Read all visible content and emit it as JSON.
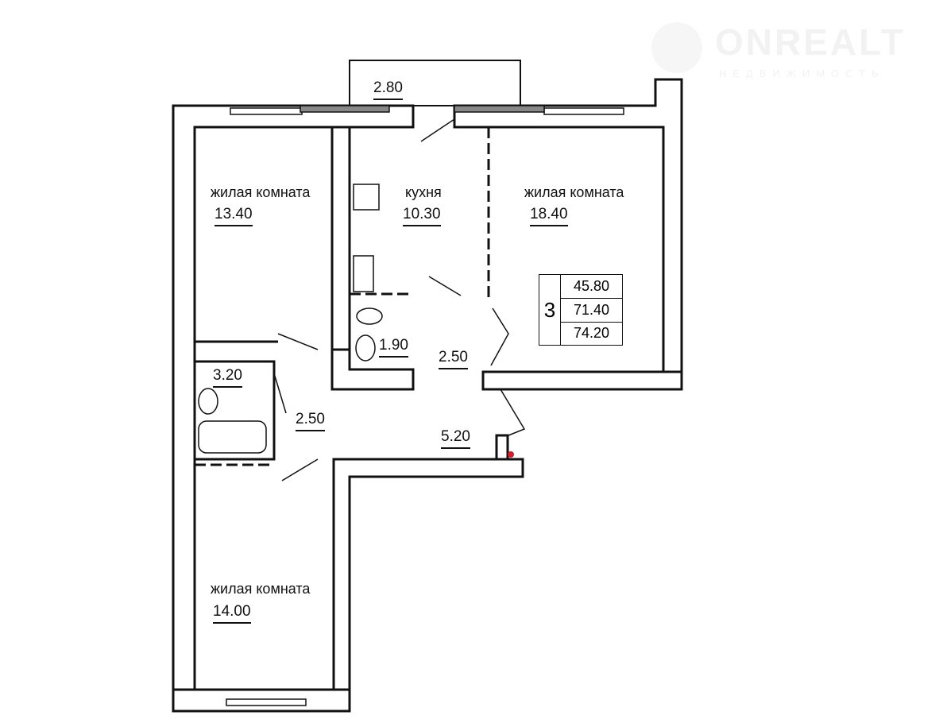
{
  "watermark": {
    "brand": "ONREALT",
    "subtitle": "НЕДВИЖИМОСТЬ"
  },
  "rooms": [
    {
      "name": "жилая комната",
      "area": "13.40"
    },
    {
      "name": "кухня",
      "area": "10.30"
    },
    {
      "name": "жилая комната",
      "area": "18.40"
    },
    {
      "name": "жилая комната",
      "area": "14.00"
    }
  ],
  "areas": {
    "balcony": "2.80",
    "toilet": "1.90",
    "hall_right": "2.50",
    "bathroom": "3.20",
    "hall_left": "2.50",
    "corridor": "5.20"
  },
  "summary": {
    "rooms_count": "3",
    "living_area": "45.80",
    "total_area": "71.40",
    "total_with_balcony": "74.20"
  },
  "colors": {
    "wall": "#111111",
    "marker": "#d11f2a"
  }
}
